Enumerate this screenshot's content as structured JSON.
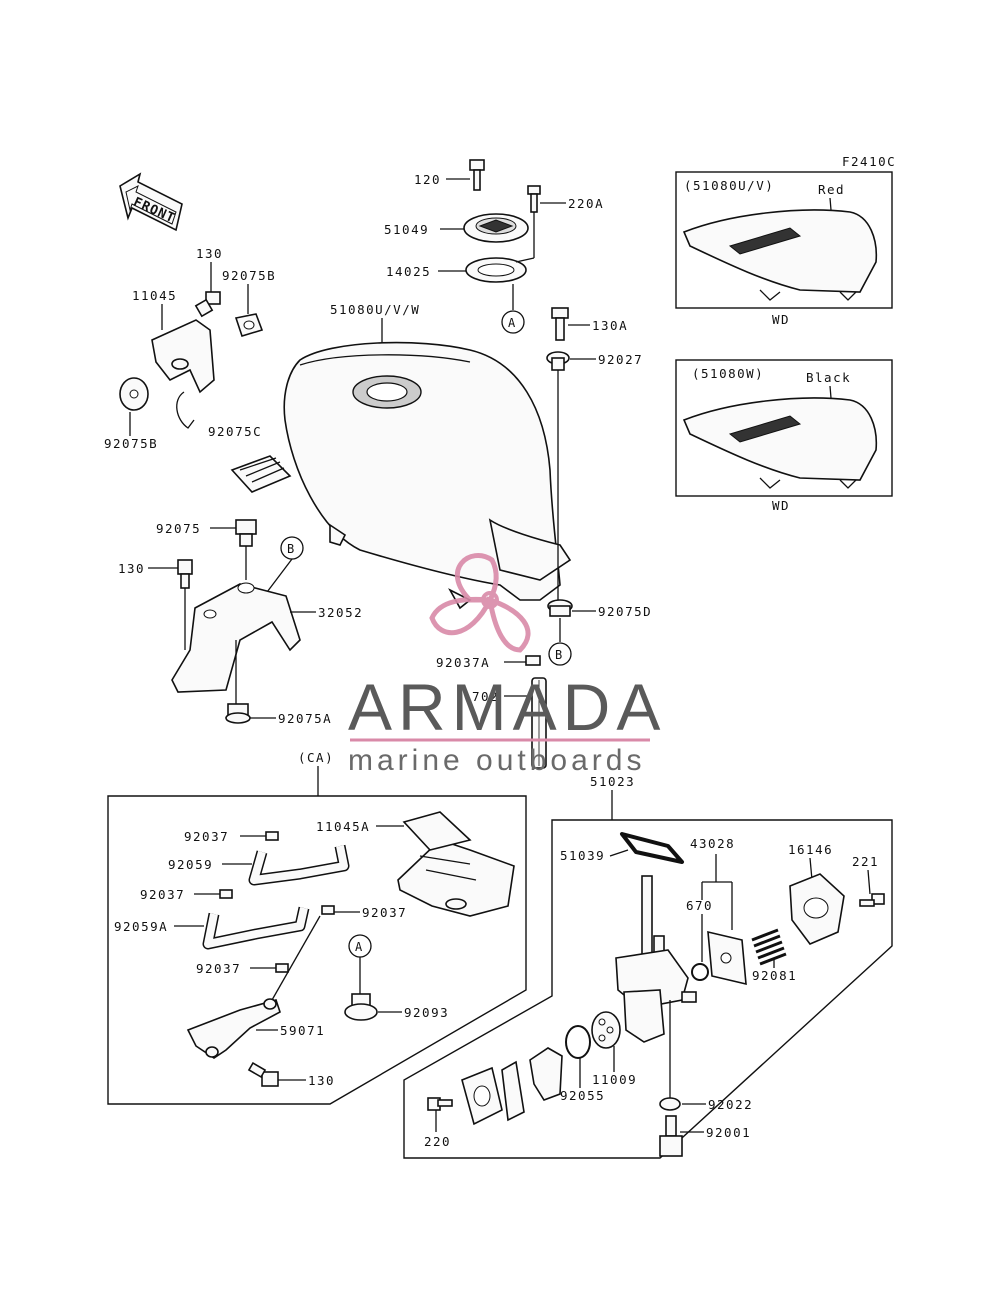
{
  "diagram": {
    "figure_code": "F2410C",
    "front_label": "FRONT",
    "callouts": {
      "a": "A",
      "b": "B"
    },
    "labels": {
      "p120": "120",
      "p220A": "220A",
      "p51049": "51049",
      "p14025": "14025",
      "p51080UVW": "51080U/V/W",
      "p130A": "130A",
      "p92027": "92027",
      "p130_top": "130",
      "p92075B_top": "92075B",
      "p11045": "11045",
      "p92075B_bottom": "92075B",
      "p92075C": "92075C",
      "p92075": "92075",
      "p130_mid": "130",
      "p32052": "32052",
      "p92075A": "92075A",
      "p92075D": "92075D",
      "p92037A": "92037A",
      "p702": "702",
      "p51023": "51023",
      "pCA": "(CA)",
      "p92037_1": "92037",
      "p92059": "92059",
      "p92037_2": "92037",
      "p92059A": "92059A",
      "p92037_3": "92037",
      "p92037_4": "92037",
      "p11045A": "11045A",
      "p92093": "92093",
      "p59071": "59071",
      "p130_bottom": "130",
      "p51039": "51039",
      "p43028": "43028",
      "p16146": "16146",
      "p221": "221",
      "p670": "670",
      "p92081": "92081",
      "p11009": "11009",
      "p92055": "92055",
      "p220": "220",
      "p92022": "92022",
      "p92001": "92001"
    },
    "inset_red": {
      "code": "(51080U/V)",
      "color": "Red",
      "caption": "WD"
    },
    "inset_black": {
      "code": "(51080W)",
      "color": "Black",
      "caption": "WD"
    }
  },
  "watermark": {
    "brand": "ARMADA",
    "tagline": "marine outboards",
    "logo_color": "#d98aa8",
    "text_color": "#5a5a5a"
  }
}
